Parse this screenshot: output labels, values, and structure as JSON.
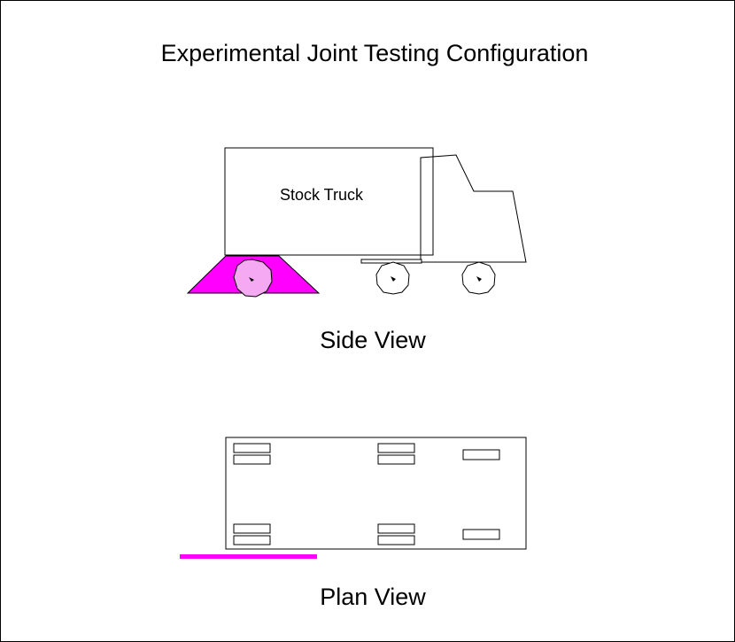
{
  "title": "Experimental Joint Testing Configuration",
  "side_view": {
    "truck_label": "Stock Truck",
    "caption": "Side View"
  },
  "plan_view": {
    "caption": "Plan View"
  },
  "colors": {
    "ramp": "#FF00FF",
    "wheel_on_ramp": "#F4A9F2",
    "line": "#000000",
    "background": "#FFFFFF"
  }
}
